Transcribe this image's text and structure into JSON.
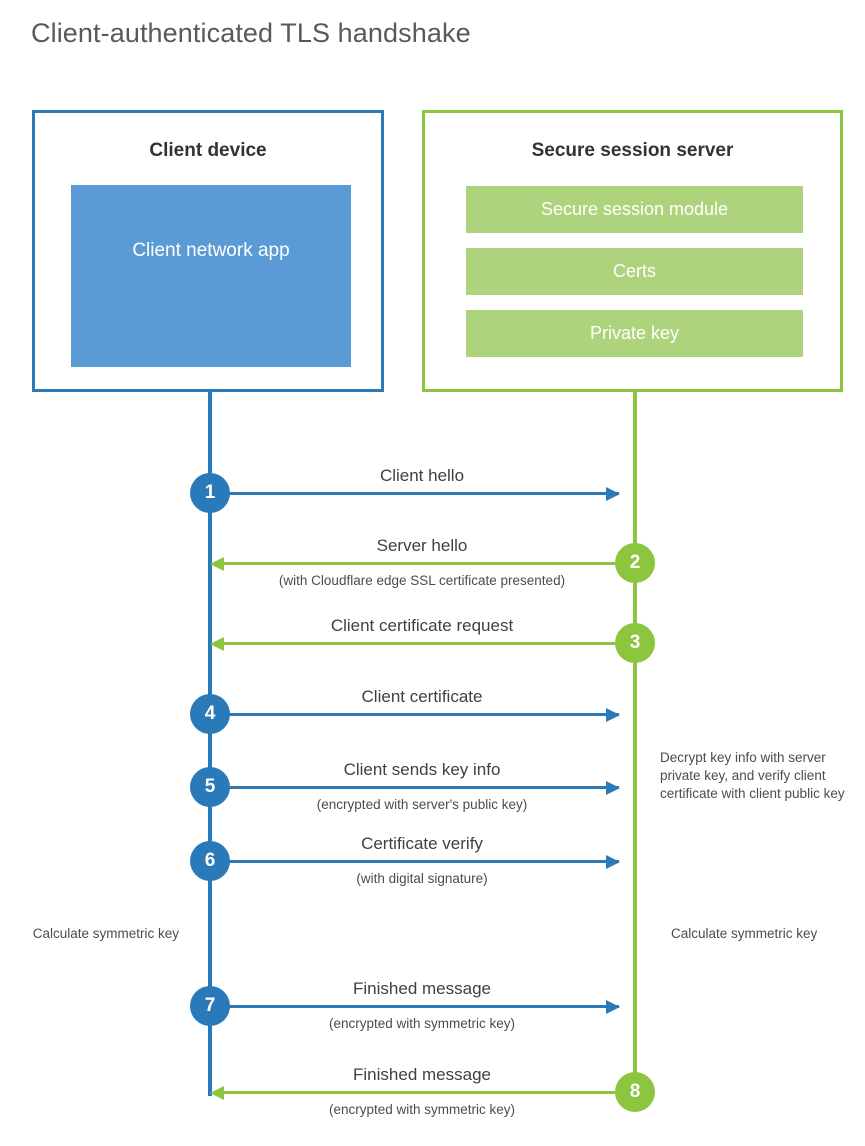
{
  "title": "Client-authenticated TLS handshake",
  "colors": {
    "client_border": "#2a7ab9",
    "client_fill": "#5b9bd5",
    "server_border": "#8cc63e",
    "server_fill": "#aed37d",
    "text": "#404040",
    "title_text": "#595959"
  },
  "actors": {
    "client": {
      "title": "Client device",
      "app_label": "Client network app"
    },
    "server": {
      "title": "Secure session server",
      "modules": [
        "Secure session module",
        "Certs",
        "Private key"
      ]
    }
  },
  "steps": [
    {
      "num": "1",
      "side": "client",
      "direction": "right",
      "main": "Client hello",
      "sub": ""
    },
    {
      "num": "2",
      "side": "server",
      "direction": "left",
      "main": "Server hello",
      "sub": "(with Cloudflare edge SSL certificate presented)"
    },
    {
      "num": "3",
      "side": "server",
      "direction": "left",
      "main": "Client certificate request",
      "sub": ""
    },
    {
      "num": "4",
      "side": "client",
      "direction": "right",
      "main": "Client certificate",
      "sub": ""
    },
    {
      "num": "5",
      "side": "client",
      "direction": "right",
      "main": "Client sends key info",
      "sub": "(encrypted with server's public key)"
    },
    {
      "num": "6",
      "side": "client",
      "direction": "right",
      "main": "Certificate verify",
      "sub": "(with digital signature)"
    },
    {
      "num": "7",
      "side": "client",
      "direction": "right",
      "main": "Finished message",
      "sub": "(encrypted with symmetric key)"
    },
    {
      "num": "8",
      "side": "server",
      "direction": "left",
      "main": "Finished message",
      "sub": "(encrypted with symmetric key)"
    }
  ],
  "notes": {
    "server_decrypt": "Decrypt key info with server private key, and verify client certificate with client public key",
    "client_calculate": "Calculate symmetric key",
    "server_calculate": "Calculate symmetric key"
  }
}
